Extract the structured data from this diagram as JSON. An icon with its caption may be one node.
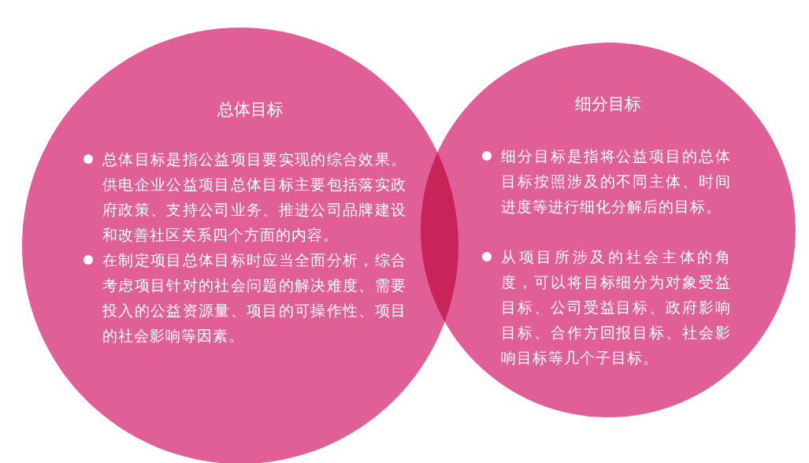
{
  "diagram": {
    "nodes": [
      {
        "text": [
          "总体目标",
          "总体目标是指公益项目要实现的综合效果。供电企业公益项目总体目标主要包括落实政府政策、支持公司业务、推进公司品牌建设和改善社区关系四个方面的内容。",
          "在制定项目总体目标时应当全面分析，综合考虑项目针对的社会问题的解决难度、需要投入的公益资源量、项目的可操作性、项目的社会影响等因素。"
        ]
      },
      {
        "text": [
          "细分目标",
          "细分目标是指将公益项目的总体目标按照涉及的不同主体、时间进度等进行细化分解后的目标。",
          "从项目所涉及的社会主体的角度，可以将目标细分为对象受益目标、公司受益目标、政府影响目标、合作方回报目标、社会影响目标等几个子目标。"
        ]
      }
    ]
  }
}
